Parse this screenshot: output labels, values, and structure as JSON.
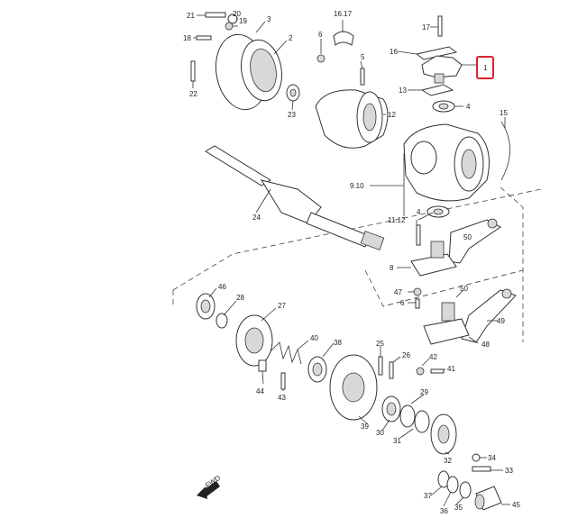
{
  "diagram": {
    "labels": {
      "p21": "21",
      "p20": "20",
      "p19": "19",
      "p3": "3",
      "p18": "18",
      "p2": "2",
      "p22": "22",
      "p23": "23",
      "p6a": "6",
      "p1617": "16.17",
      "p5": "5",
      "p17": "17",
      "p16": "16",
      "p1": "1",
      "p13": "13",
      "p4a": "4",
      "p12": "12",
      "p15": "15",
      "p910": "9.10",
      "p24": "24",
      "p4b": "4",
      "p1112": "11.12",
      "p8": "8",
      "p47": "47",
      "p6b": "6",
      "p46": "46",
      "p28": "28",
      "p27": "27",
      "p50a": "50",
      "p50b": "50",
      "p49": "49",
      "p48": "48",
      "p40": "40",
      "p38": "38",
      "p25": "25",
      "p26": "26",
      "p42": "42",
      "p41": "41",
      "p44": "44",
      "p43": "43",
      "p29": "29",
      "p39": "39",
      "p30": "30",
      "p31": "31",
      "p32": "32",
      "p34": "34",
      "p33": "33",
      "p37": "37",
      "p36": "36",
      "p35": "35",
      "p45": "45"
    },
    "highlight": {
      "part": "1",
      "color": "#d9232e"
    },
    "front_arrow": "FWD"
  }
}
